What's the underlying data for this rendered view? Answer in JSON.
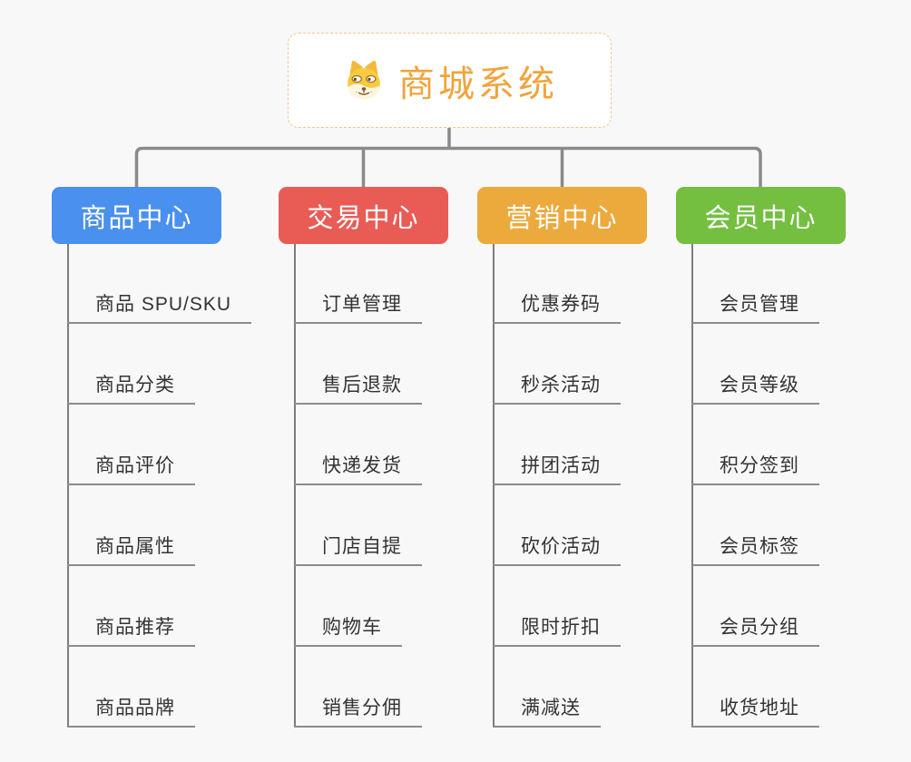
{
  "root": {
    "title": "商城系统",
    "icon": "doge-dog-face-icon"
  },
  "branches": [
    {
      "id": "product-center",
      "label": "商品中心",
      "color": "#4A90EE",
      "items": [
        "商品 SPU/SKU",
        "商品分类",
        "商品评价",
        "商品属性",
        "商品推荐",
        "商品品牌"
      ]
    },
    {
      "id": "trade-center",
      "label": "交易中心",
      "color": "#E95C55",
      "items": [
        "订单管理",
        "售后退款",
        "快递发货",
        "门店自提",
        "购物车",
        "销售分佣"
      ]
    },
    {
      "id": "marketing-center",
      "label": "营销中心",
      "color": "#ECAA3D",
      "items": [
        "优惠券码",
        "秒杀活动",
        "拼团活动",
        "砍价活动",
        "限时折扣",
        "满减送"
      ]
    },
    {
      "id": "member-center",
      "label": "会员中心",
      "color": "#74BF40",
      "items": [
        "会员管理",
        "会员等级",
        "积分签到",
        "会员标签",
        "会员分组",
        "收货地址"
      ]
    }
  ],
  "colors": {
    "background": "#F8F8F8",
    "root_text": "#F0A43C",
    "root_border": "#F2C488",
    "branch_text": "#FFFFFF",
    "connector": "#8A8A8A",
    "child_line": "#7D7D7D",
    "underline": "#8C8C8C",
    "child_text": "#333333"
  }
}
